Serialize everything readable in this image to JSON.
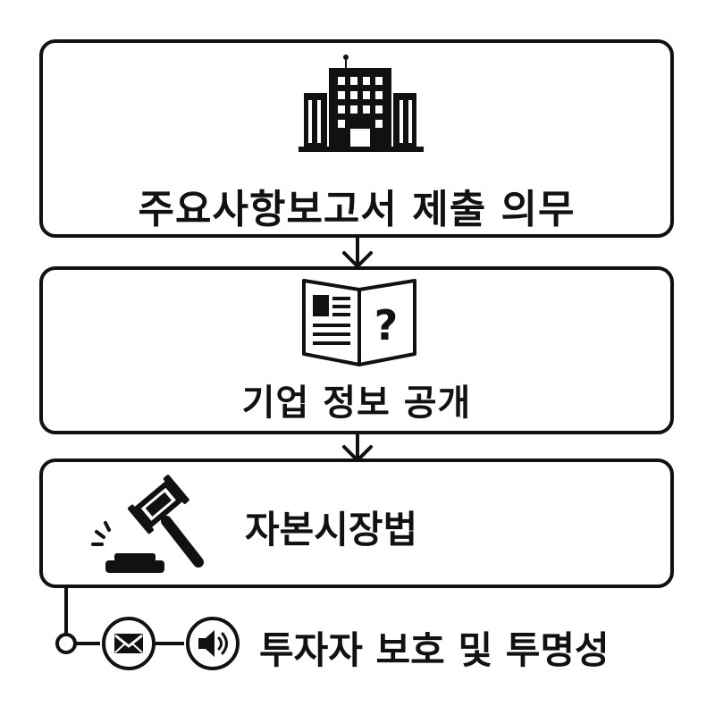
{
  "steps": [
    {
      "label": "주요사항보고서 제출 의무",
      "icon": "building-icon"
    },
    {
      "label": "기업 정보 공개",
      "icon": "newspaper-question-icon"
    },
    {
      "label": "자본시장법",
      "icon": "gavel-icon"
    }
  ],
  "outcome": {
    "label": "투자자 보호 및 투명성",
    "icons": [
      "mail-icon",
      "speaker-icon"
    ]
  },
  "colors": {
    "stroke": "#111111",
    "background": "#ffffff"
  }
}
